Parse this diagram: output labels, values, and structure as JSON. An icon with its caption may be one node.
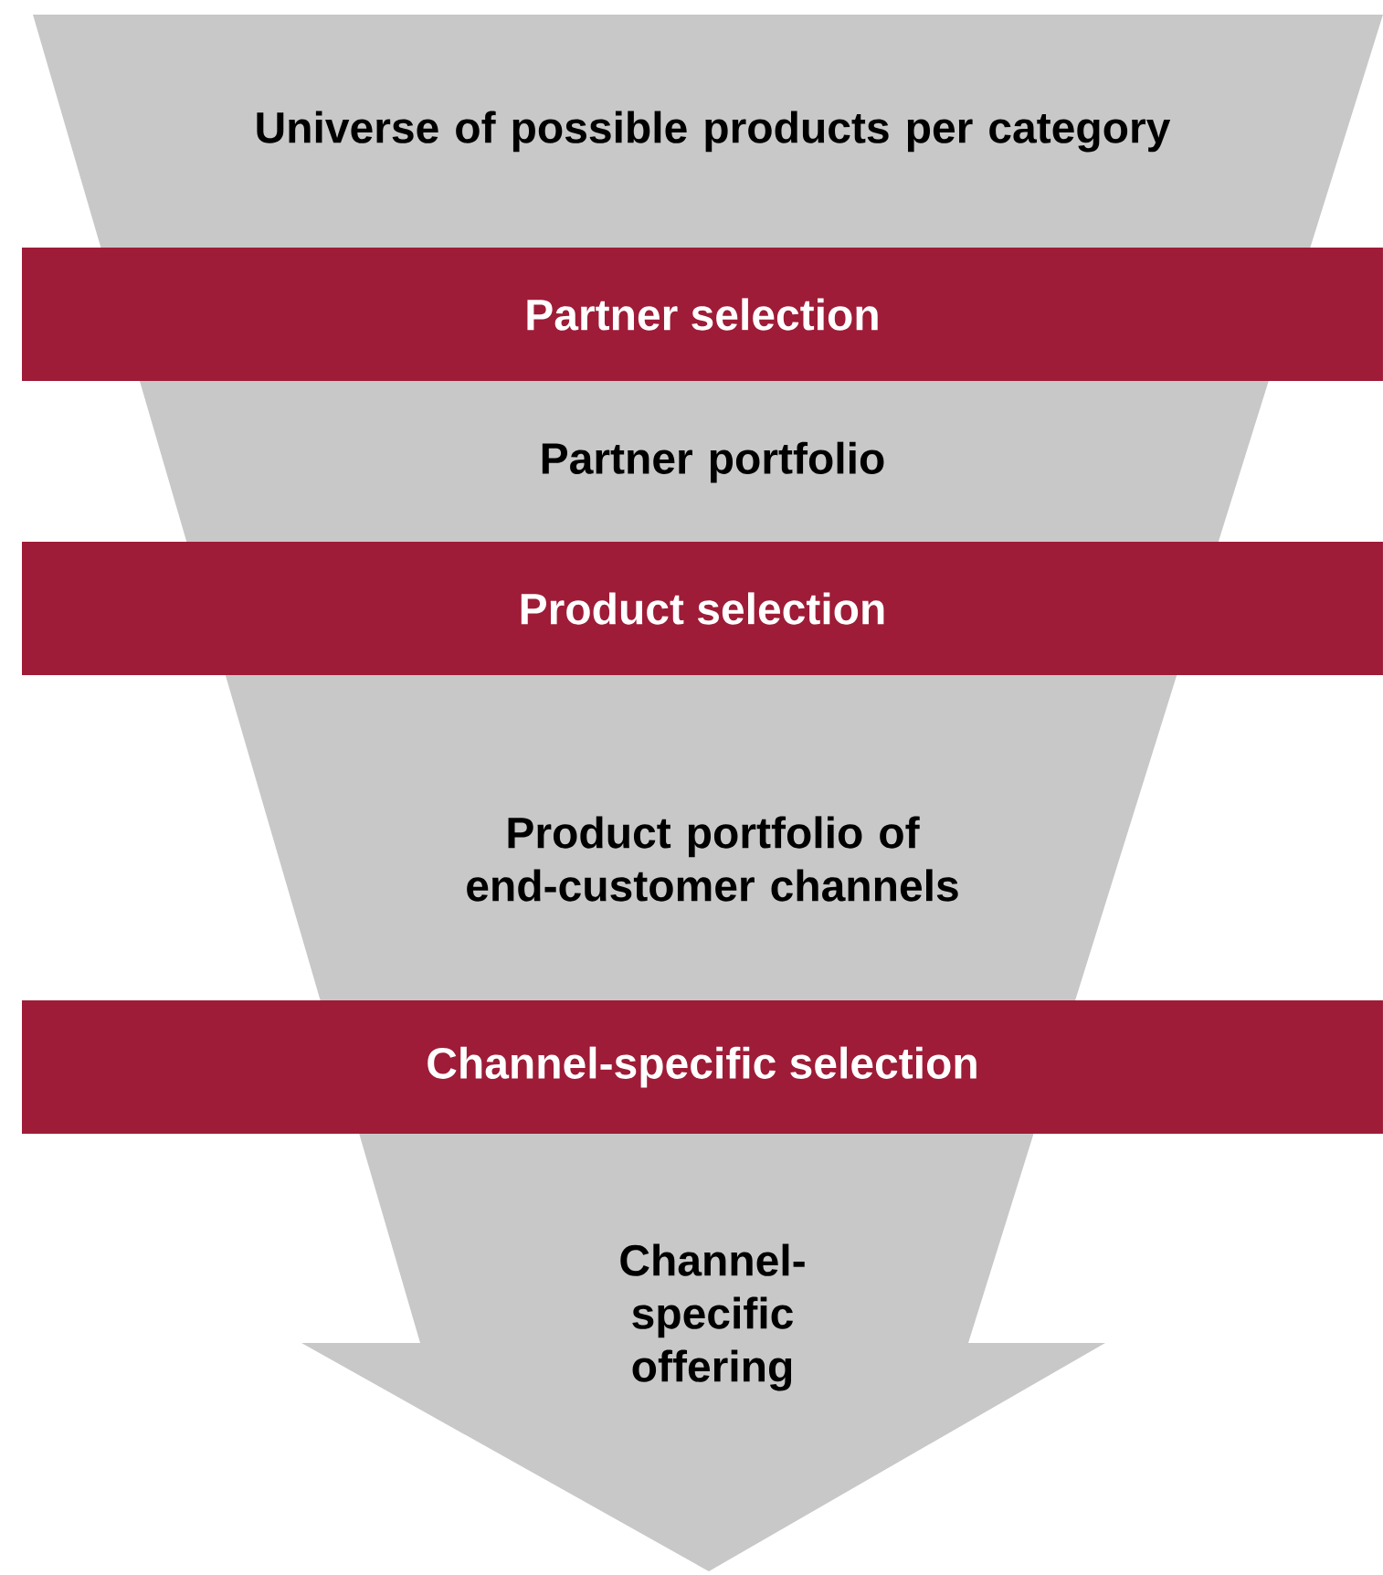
{
  "diagram": {
    "nodes": [
      {
        "text": [
          "Universe of possible products per category"
        ]
      },
      {
        "text": [
          "Partner selection"
        ]
      },
      {
        "text": [
          "Partner portfolio"
        ]
      },
      {
        "text": [
          "Product selection"
        ]
      },
      {
        "text": [
          "Product portfolio of end-customer channels"
        ]
      },
      {
        "text": [
          "Channel-specific selection"
        ]
      },
      {
        "text": [
          "Channel-specific offering"
        ]
      }
    ]
  }
}
